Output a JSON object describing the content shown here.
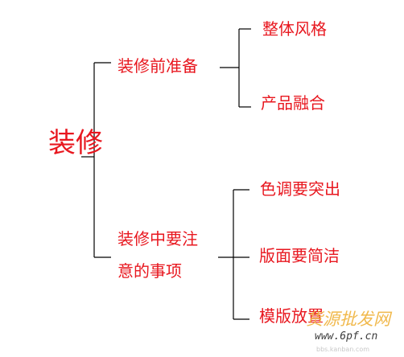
{
  "diagram": {
    "root": "装修",
    "branches": [
      {
        "label": "装修前准备",
        "children": [
          "整体风格",
          "产品融合"
        ]
      },
      {
        "label_lines": [
          "装修中要注",
          "意的事项"
        ],
        "children": [
          "色调要突出",
          "版面要简洁",
          "模版放置"
        ]
      }
    ],
    "colors": {
      "text": "#e8171f",
      "lines": "#000000"
    }
  },
  "watermark": {
    "name": "货源批发网",
    "site": "www.6pf.cn",
    "bbs": "bbs.kanban.com"
  }
}
